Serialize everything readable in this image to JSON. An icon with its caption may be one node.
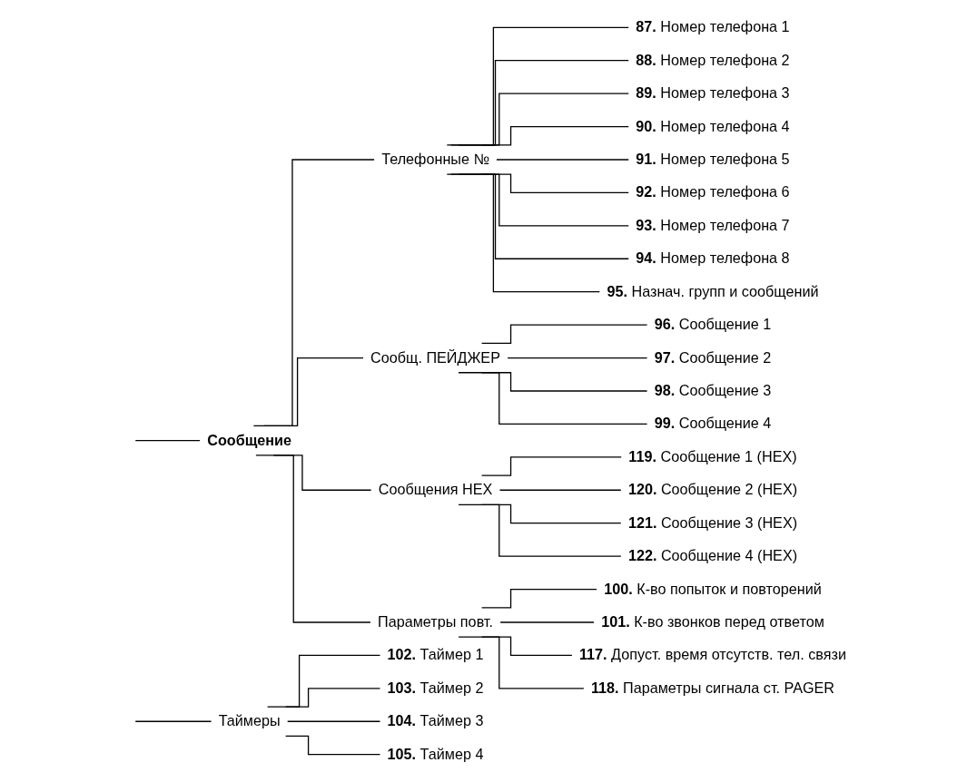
{
  "diagram": {
    "nodes": [
      {
        "text": [
          "Сообщение"
        ]
      },
      {
        "text": [
          "Телефонные №"
        ]
      },
      {
        "text": [
          "**87.** Номер телефона 1"
        ]
      },
      {
        "text": [
          "**88.** Номер телефона 2"
        ]
      },
      {
        "text": [
          "**89.** Номер телефона 3"
        ]
      },
      {
        "text": [
          "**90.** Номер телефона 4"
        ]
      },
      {
        "text": [
          "**91.** Номер телефона 5"
        ]
      },
      {
        "text": [
          "**92.** Номер телефона 6"
        ]
      },
      {
        "text": [
          "**93.** Номер телефона 7"
        ]
      },
      {
        "text": [
          "**94.** Номер телефона 8"
        ]
      },
      {
        "text": [
          "**95.** Назнач. групп и сообщений"
        ]
      },
      {
        "text": [
          "Сообщ. ПЕЙДЖЕР"
        ]
      },
      {
        "text": [
          "**96.** Сообщение 1"
        ]
      },
      {
        "text": [
          "**97.** Сообщение 2"
        ]
      },
      {
        "text": [
          "**98.** Сообщение 3"
        ]
      },
      {
        "text": [
          "**99.** Сообщение 4"
        ]
      },
      {
        "text": [
          "Сообщения HEX"
        ]
      },
      {
        "text": [
          "**119.** Сообщение 1 (HEX)"
        ]
      },
      {
        "text": [
          "**120.** Сообщение 2 (HEX)"
        ]
      },
      {
        "text": [
          "**121.** Сообщение 3 (HEX)"
        ]
      },
      {
        "text": [
          "**122.** Сообщение 4 (HEX)"
        ]
      },
      {
        "text": [
          "Параметры повт."
        ]
      },
      {
        "text": [
          "**100.** К-во попыток и повторений"
        ]
      },
      {
        "text": [
          "**101.** К-во звонков перед ответом"
        ]
      },
      {
        "text": [
          "**117.** Допуст. время отсутств. тел. связи"
        ]
      },
      {
        "text": [
          "**118.** Параметры сигнала ст. PAGER"
        ]
      },
      {
        "text": [
          "Таймеры"
        ]
      },
      {
        "text": [
          "**102.** Таймер 1"
        ]
      },
      {
        "text": [
          "**103.** Таймер 2"
        ]
      },
      {
        "text": [
          "**104.** Таймер 3"
        ]
      },
      {
        "text": [
          "**105.** Таймер 4"
        ]
      }
    ],
    "edges": [
      {
        "from": null,
        "to": 0,
        "arrow": "none"
      },
      {
        "from": 0,
        "to": 1,
        "arrow": "none"
      },
      {
        "from": 1,
        "to": 2,
        "arrow": "none"
      },
      {
        "from": 1,
        "to": 3,
        "arrow": "none"
      },
      {
        "from": 1,
        "to": 4,
        "arrow": "none"
      },
      {
        "from": 1,
        "to": 5,
        "arrow": "none"
      },
      {
        "from": 1,
        "to": 6,
        "arrow": "none"
      },
      {
        "from": 1,
        "to": 7,
        "arrow": "none"
      },
      {
        "from": 1,
        "to": 8,
        "arrow": "none"
      },
      {
        "from": 1,
        "to": 9,
        "arrow": "none"
      },
      {
        "from": 1,
        "to": 10,
        "arrow": "none"
      },
      {
        "from": 0,
        "to": 11,
        "arrow": "none"
      },
      {
        "from": 11,
        "to": 12,
        "arrow": "none"
      },
      {
        "from": 11,
        "to": 13,
        "arrow": "none"
      },
      {
        "from": 11,
        "to": 14,
        "arrow": "none"
      },
      {
        "from": 11,
        "to": 15,
        "arrow": "none"
      },
      {
        "from": 0,
        "to": 16,
        "arrow": "none"
      },
      {
        "from": 16,
        "to": 17,
        "arrow": "none"
      },
      {
        "from": 16,
        "to": 18,
        "arrow": "none"
      },
      {
        "from": 16,
        "to": 19,
        "arrow": "none"
      },
      {
        "from": 16,
        "to": 20,
        "arrow": "none"
      },
      {
        "from": 0,
        "to": 21,
        "arrow": "none"
      },
      {
        "from": 21,
        "to": 22,
        "arrow": "none"
      },
      {
        "from": 21,
        "to": 23,
        "arrow": "none"
      },
      {
        "from": 21,
        "to": 24,
        "arrow": "none"
      },
      {
        "from": 21,
        "to": 25,
        "arrow": "none"
      },
      {
        "from": null,
        "to": 26,
        "arrow": "none"
      },
      {
        "from": 26,
        "to": 27,
        "arrow": "none"
      },
      {
        "from": 26,
        "to": 28,
        "arrow": "none"
      },
      {
        "from": 26,
        "to": 29,
        "arrow": "none"
      },
      {
        "from": 26,
        "to": 30,
        "arrow": "none"
      }
    ]
  }
}
